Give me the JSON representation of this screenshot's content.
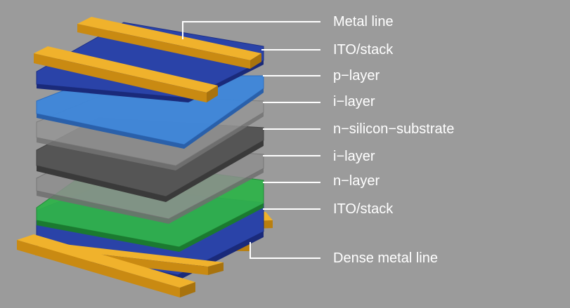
{
  "colors": {
    "background": "#9b9b9b",
    "metal": "#e5a51c",
    "ito": "#2a43a8",
    "p_layer": "#3d86da",
    "i_layer": "#8c8c8c",
    "substrate": "#555555",
    "n_layer": "#2fb24a",
    "leader": "#ffffff"
  },
  "labels": [
    {
      "id": "metal-line",
      "text": "Metal line"
    },
    {
      "id": "ito-stack-top",
      "text": "ITO/stack"
    },
    {
      "id": "p-layer",
      "text": "p−layer"
    },
    {
      "id": "i-layer-top",
      "text": "i−layer"
    },
    {
      "id": "n-silicon-substrate",
      "text": "n−silicon−substrate"
    },
    {
      "id": "i-layer-bottom",
      "text": "i−layer"
    },
    {
      "id": "n-layer",
      "text": "n−layer"
    },
    {
      "id": "ito-stack-bottom",
      "text": "ITO/stack"
    },
    {
      "id": "dense-metal-line",
      "text": "Dense metal line"
    }
  ]
}
